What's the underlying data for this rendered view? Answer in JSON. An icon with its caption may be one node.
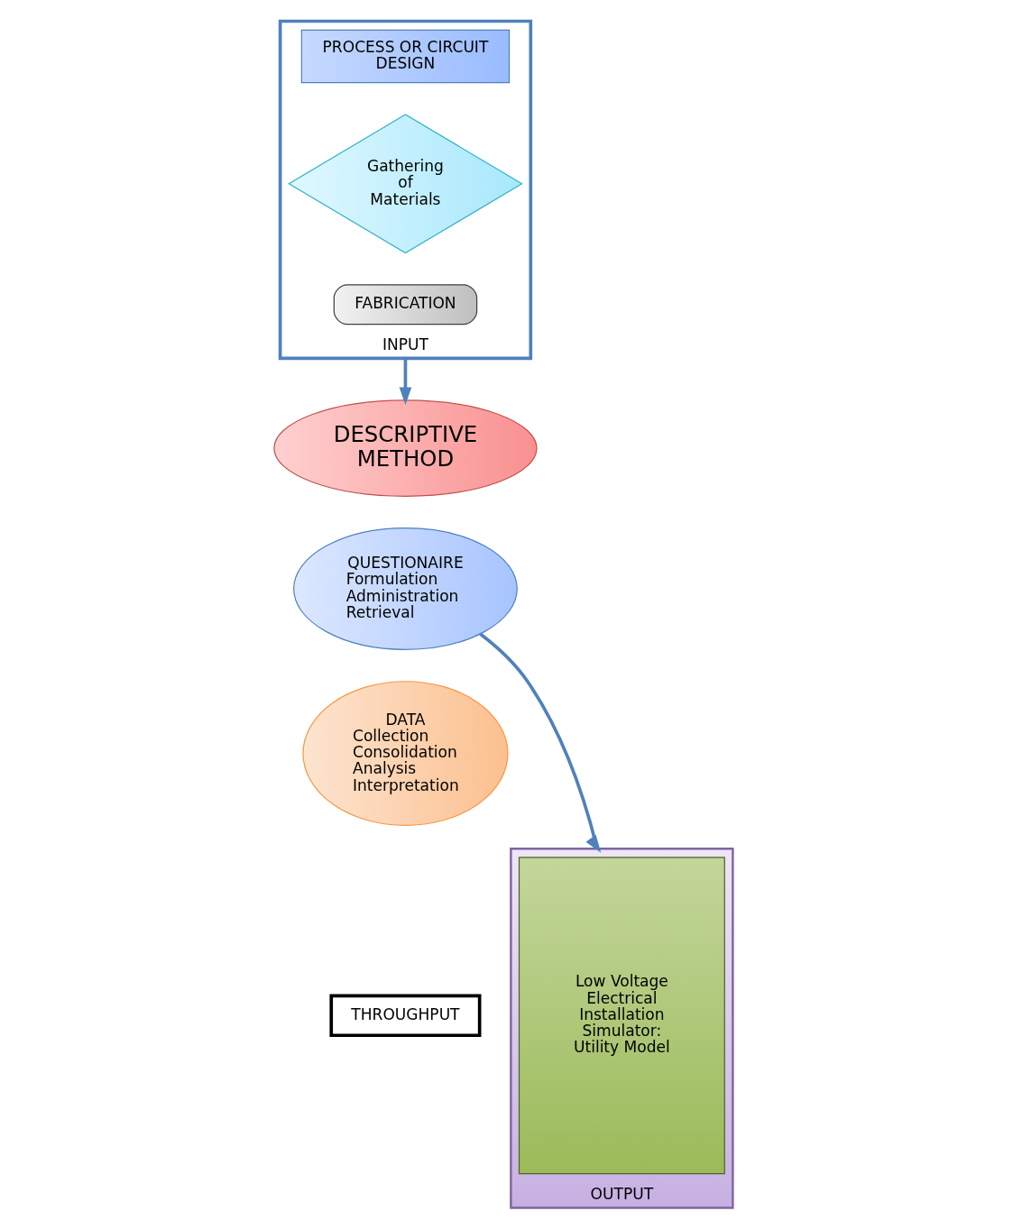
{
  "diagram": {
    "nodes": [
      {
        "text": [
          "INPUT"
        ]
      },
      {
        "text": [
          "PROCESS OR CIRCUIT DESIGN"
        ],
        "in": 0
      },
      {
        "text": [
          "Gathering of Materials"
        ],
        "in": 0
      },
      {
        "text": [
          "FABRICATION"
        ],
        "in": 0
      },
      {
        "text": [
          "DESCRIPTIVE METHOD"
        ]
      },
      {
        "text": [
          "QUESTIONAIRE",
          "Formulation",
          "Administration",
          "Retrieval"
        ]
      },
      {
        "text": [
          "DATA",
          "Collection",
          "Consolidation",
          "Analysis",
          "Interpretation"
        ]
      },
      {
        "text": [
          "THROUGHPUT"
        ]
      },
      {
        "text": [
          "OUTPUT"
        ]
      },
      {
        "text": [
          "Low Voltage Electrical Installation Simulator: Utility Model"
        ],
        "in": 8
      }
    ],
    "edges": [
      {
        "from": 0,
        "to": 4,
        "arrow": "to"
      },
      {
        "from": 5,
        "to": 8,
        "arrow": "to"
      }
    ]
  }
}
